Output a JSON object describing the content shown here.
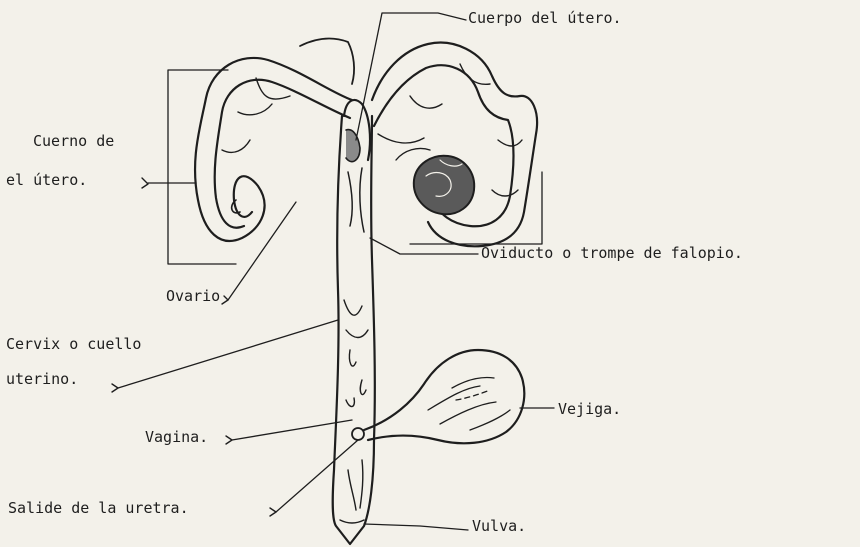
{
  "labels": {
    "cuerpo_utero": "Cuerpo del útero.",
    "cuerno_line1": "Cuerno de",
    "cuerno_line2": "el útero.",
    "oviducto": "Oviducto o trompe de falopio.",
    "ovario": "Ovario",
    "cervix_line1": "Cervix o cuello",
    "cervix_line2": "uterino.",
    "vejiga": "Vejiga.",
    "vagina": "Vagina.",
    "salida_uretra": "Salide de la uretra.",
    "vulva": "Vulva."
  },
  "colors": {
    "ink": "#1e1e1e",
    "paper": "#f3f1ea",
    "shading": "#6a6a6a"
  }
}
